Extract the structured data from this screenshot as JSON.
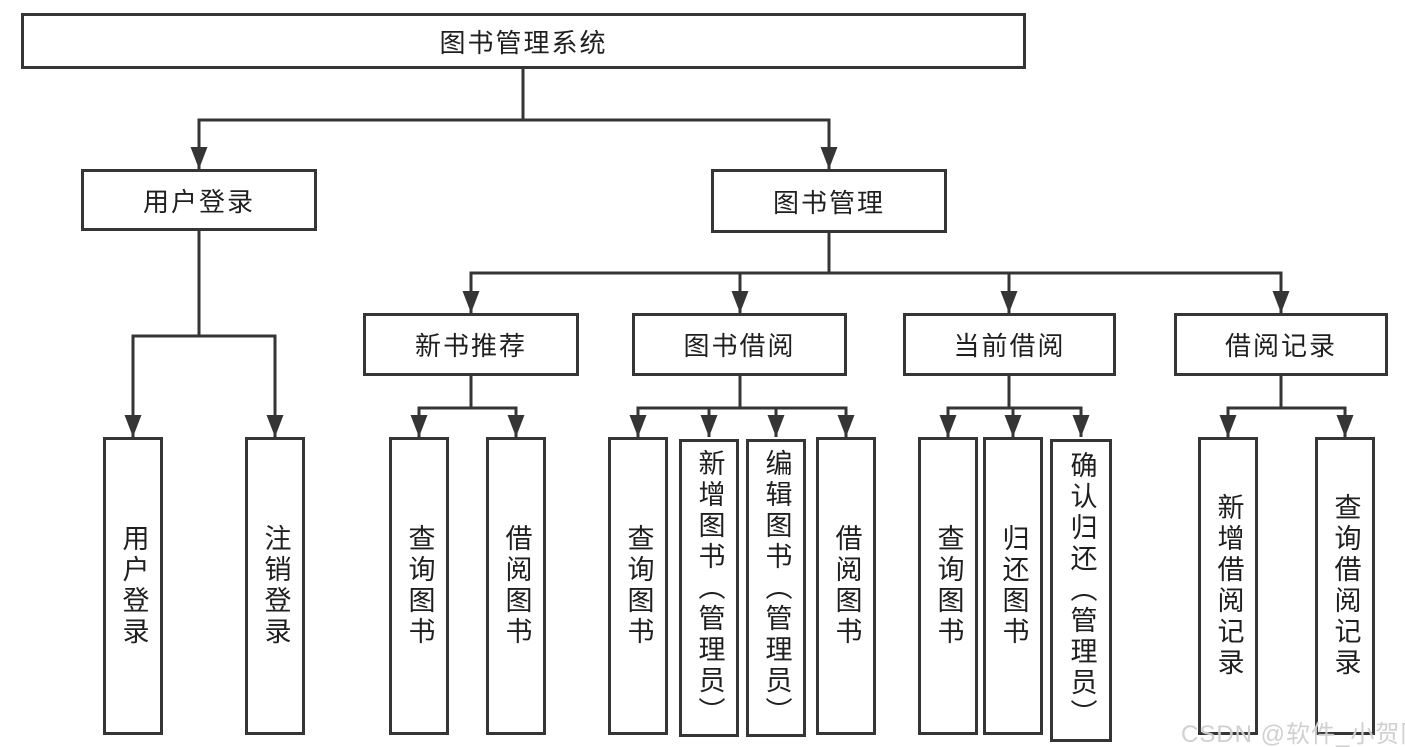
{
  "diagram": {
    "title": "图书管理系统",
    "nodes": {
      "root": "图书管理系统",
      "user_login": "用户登录",
      "book_mgmt": "图书管理",
      "new_book": "新书推荐",
      "book_borrow": "图书借阅",
      "current_borrow": "当前借阅",
      "borrow_record": "借阅记录"
    },
    "leaves": {
      "user_login": [
        "用户登录",
        "注销登录"
      ],
      "new_book": [
        "查询图书",
        "借阅图书"
      ],
      "book_borrow": [
        "查询图书",
        "新增图书（管理员）",
        "编辑图书（管理员）",
        "借阅图书"
      ],
      "current_borrow": [
        "查询图书",
        "归还图书",
        "确认归还（管理员）"
      ],
      "borrow_record": [
        "新增借阅记录",
        "查询借阅记录"
      ]
    },
    "colors": {
      "line": "#353535",
      "box_border": "#353535",
      "text": "#1f1f1f",
      "background": "#ffffff",
      "watermark_text": "#cdcdcd"
    }
  },
  "watermark": "CSDN @软件_小贺同学"
}
